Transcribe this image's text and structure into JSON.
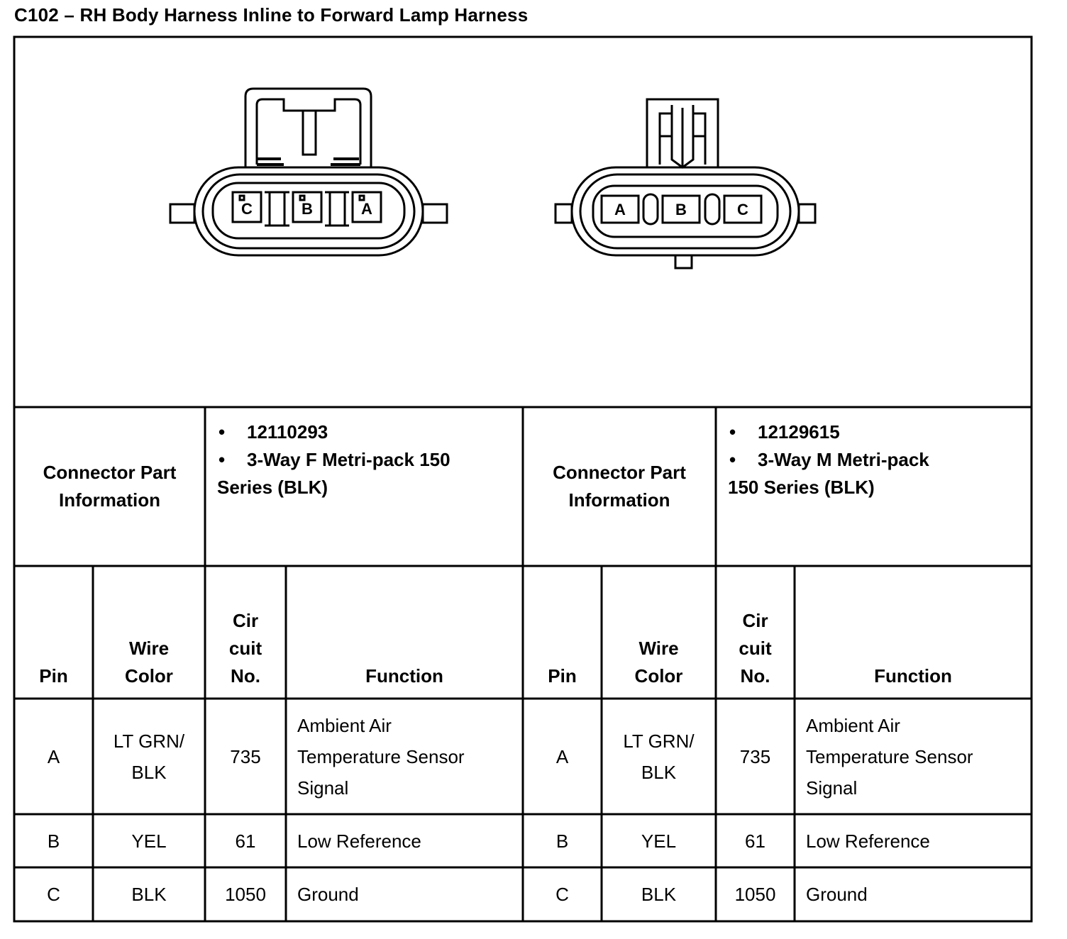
{
  "title": "C102 – RH Body Harness Inline to Forward Lamp Harness",
  "connectors": [
    {
      "part_info_label": [
        "Connector Part",
        "Information"
      ],
      "part_number": "12110293",
      "description_line1": "3-Way F Metri-pack 150",
      "description_line2": "Series (BLK)",
      "cavity_labels": [
        "C",
        "B",
        "A"
      ]
    },
    {
      "part_info_label": [
        "Connector Part",
        "Information"
      ],
      "part_number": "12129615",
      "description_line1": "3-Way M Metri-pack",
      "description_line2": "150 Series (BLK)",
      "cavity_labels": [
        "A",
        "B",
        "C"
      ]
    }
  ],
  "bullet": "•",
  "columns": {
    "pin": "Pin",
    "wire_color": [
      "Wire",
      "Color"
    ],
    "circuit": [
      "Cir",
      "cuit",
      "No."
    ],
    "function": "Function"
  },
  "rows": [
    {
      "pin": "A",
      "wire": [
        "LT GRN/",
        "BLK"
      ],
      "circuit": "735",
      "function": [
        "Ambient Air",
        "Temperature Sensor",
        "Signal"
      ]
    },
    {
      "pin": "B",
      "wire": [
        "YEL"
      ],
      "circuit": "61",
      "function": [
        "Low Reference"
      ]
    },
    {
      "pin": "C",
      "wire": [
        "BLK"
      ],
      "circuit": "1050",
      "function": [
        "Ground"
      ]
    }
  ]
}
